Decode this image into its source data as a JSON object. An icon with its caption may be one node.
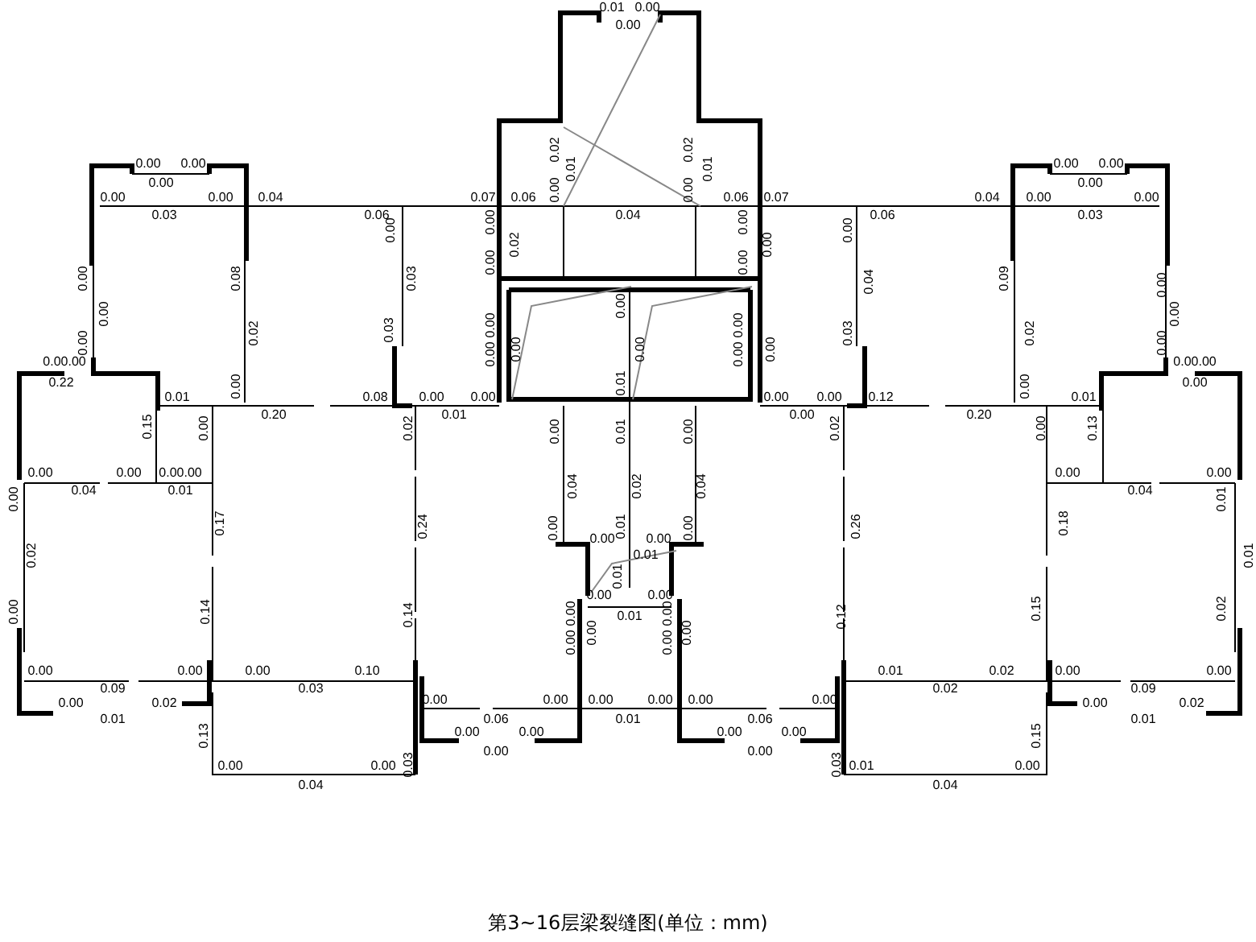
{
  "diagram": {
    "caption": "第3~16层梁裂缝图(单位：mm)",
    "labels": [
      "0.01",
      "0.00",
      "0.00",
      "0.02",
      "0.02",
      "0.00",
      "0.00",
      "0.00",
      "0.00",
      "0.01",
      "0.01",
      "0.00",
      "0.00",
      "0.00",
      "0.00",
      "0.00",
      "0.00",
      "0.04",
      "0.07",
      "0.06",
      "0.06",
      "0.07",
      "0.04",
      "0.00",
      "0.00",
      "0.03",
      "0.06",
      "0.04",
      "0.06",
      "0.03",
      "0.00",
      "0.00",
      "0.00",
      "0.00",
      "0.02",
      "0.00",
      "0.00",
      "0.00",
      "0.00",
      "0.08",
      "0.03",
      "0.04",
      "0.09",
      "0.00",
      "0.00",
      "0.00",
      "0.00",
      "0.02",
      "0.03",
      "0.00",
      "0.00",
      "0.03",
      "0.02",
      "0.00",
      "0.00",
      "0.00",
      "0.00",
      "0.00",
      "0.00",
      "0.00",
      "0.00.00",
      "0.00.00",
      "0.22",
      "0.00",
      "0.01",
      "0.00",
      "0.00",
      "0.01",
      "0.08",
      "0.00",
      "0.00",
      "0.00",
      "0.00",
      "0.12",
      "0.01",
      "0.20",
      "0.01",
      "0.00",
      "0.20",
      "0.15",
      "0.00",
      "0.02",
      "0.00",
      "0.01",
      "0.00",
      "0.02",
      "0.00",
      "0.13",
      "0.00",
      "0.00",
      "0.00.00",
      "0.00",
      "0.00",
      "0.04",
      "0.02",
      "0.04",
      "0.04",
      "0.01",
      "0.04",
      "0.00",
      "0.01",
      "0.17",
      "0.24",
      "0.00",
      "0.01",
      "0.00",
      "0.26",
      "0.18",
      "0.00",
      "0.00",
      "0.02",
      "0.01",
      "0.01",
      "0.01",
      "0.00",
      "0.00",
      "0.00",
      "0.14",
      "0.14",
      "0.00",
      "0.01",
      "0.00",
      "0.12",
      "0.15",
      "0.02",
      "0.00",
      "0.00",
      "0.00",
      "0.00",
      "0.00",
      "0.00",
      "0.00",
      "0.10",
      "0.01",
      "0.02",
      "0.00",
      "0.00",
      "0.09",
      "0.03",
      "0.02",
      "0.09",
      "0.00",
      "0.02",
      "0.00",
      "0.00",
      "0.00",
      "0.00",
      "0.00",
      "0.00",
      "0.00",
      "0.02",
      "0.01",
      "0.06",
      "0.01",
      "0.06",
      "0.01",
      "0.13",
      "0.00",
      "0.00",
      "0.00",
      "0.00",
      "0.15",
      "0.00",
      "0.00",
      "0.00",
      "0.00",
      "0.03",
      "0.03",
      "0.01",
      "0.00",
      "0.04",
      "0.04"
    ]
  }
}
